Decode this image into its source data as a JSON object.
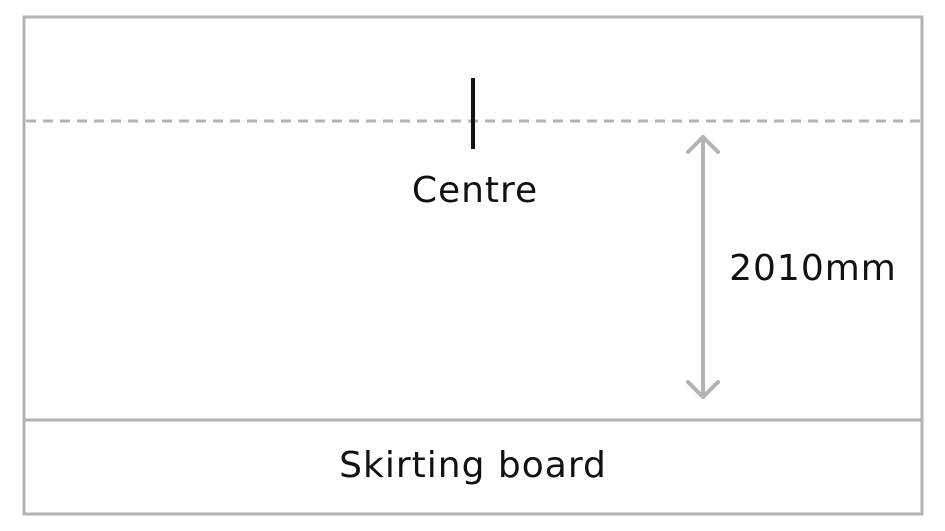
{
  "labels": {
    "centre": "Centre",
    "measurement": "2010mm",
    "skirting": "Skirting board"
  },
  "colors": {
    "frame": "#b3b3b3",
    "guide": "#b3b3b3",
    "marker": "#111111",
    "text": "#111111"
  }
}
